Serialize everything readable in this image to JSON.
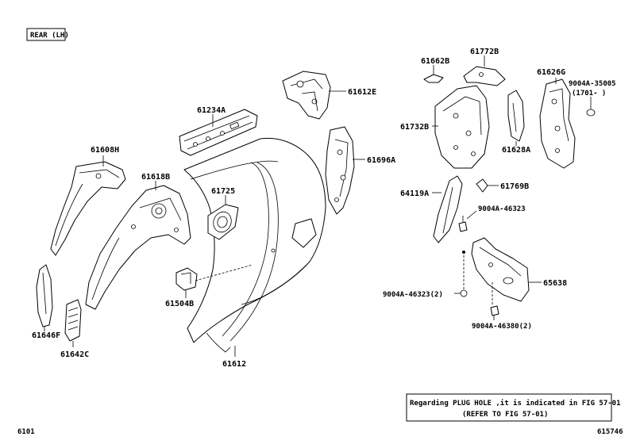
{
  "header": {
    "view_label": "REAR (LH)"
  },
  "parts": {
    "p61662B": "61662B",
    "p61772B": "61772B",
    "p61626G": "61626G",
    "p9004A_35005": "9004A-35005",
    "p1701": "(1701-      )",
    "p61612E": "61612E",
    "p61234A": "61234A",
    "p61732B": "61732B",
    "p61628A": "61628A",
    "p61608H": "61608H",
    "p61618B": "61618B",
    "p61696A": "61696A",
    "p61725": "61725",
    "p64119A": "64119A",
    "p61769B": "61769B",
    "p9004A_46323": "9004A-46323",
    "p65638": "65638",
    "p9004A_46323_2": "9004A-46323(2)",
    "p61504B": "61504B",
    "p9004A_46380_2": "9004A-46380(2)",
    "p61646F": "61646F",
    "p61642C": "61642C",
    "p61612": "61612"
  },
  "note": {
    "line1": "Regarding PLUG HOLE ,it is indicated in FIG 57-01",
    "line2": "(REFER TO FIG 57-01)"
  },
  "footer": {
    "fig_number": "6101",
    "ref_number": "615746"
  }
}
